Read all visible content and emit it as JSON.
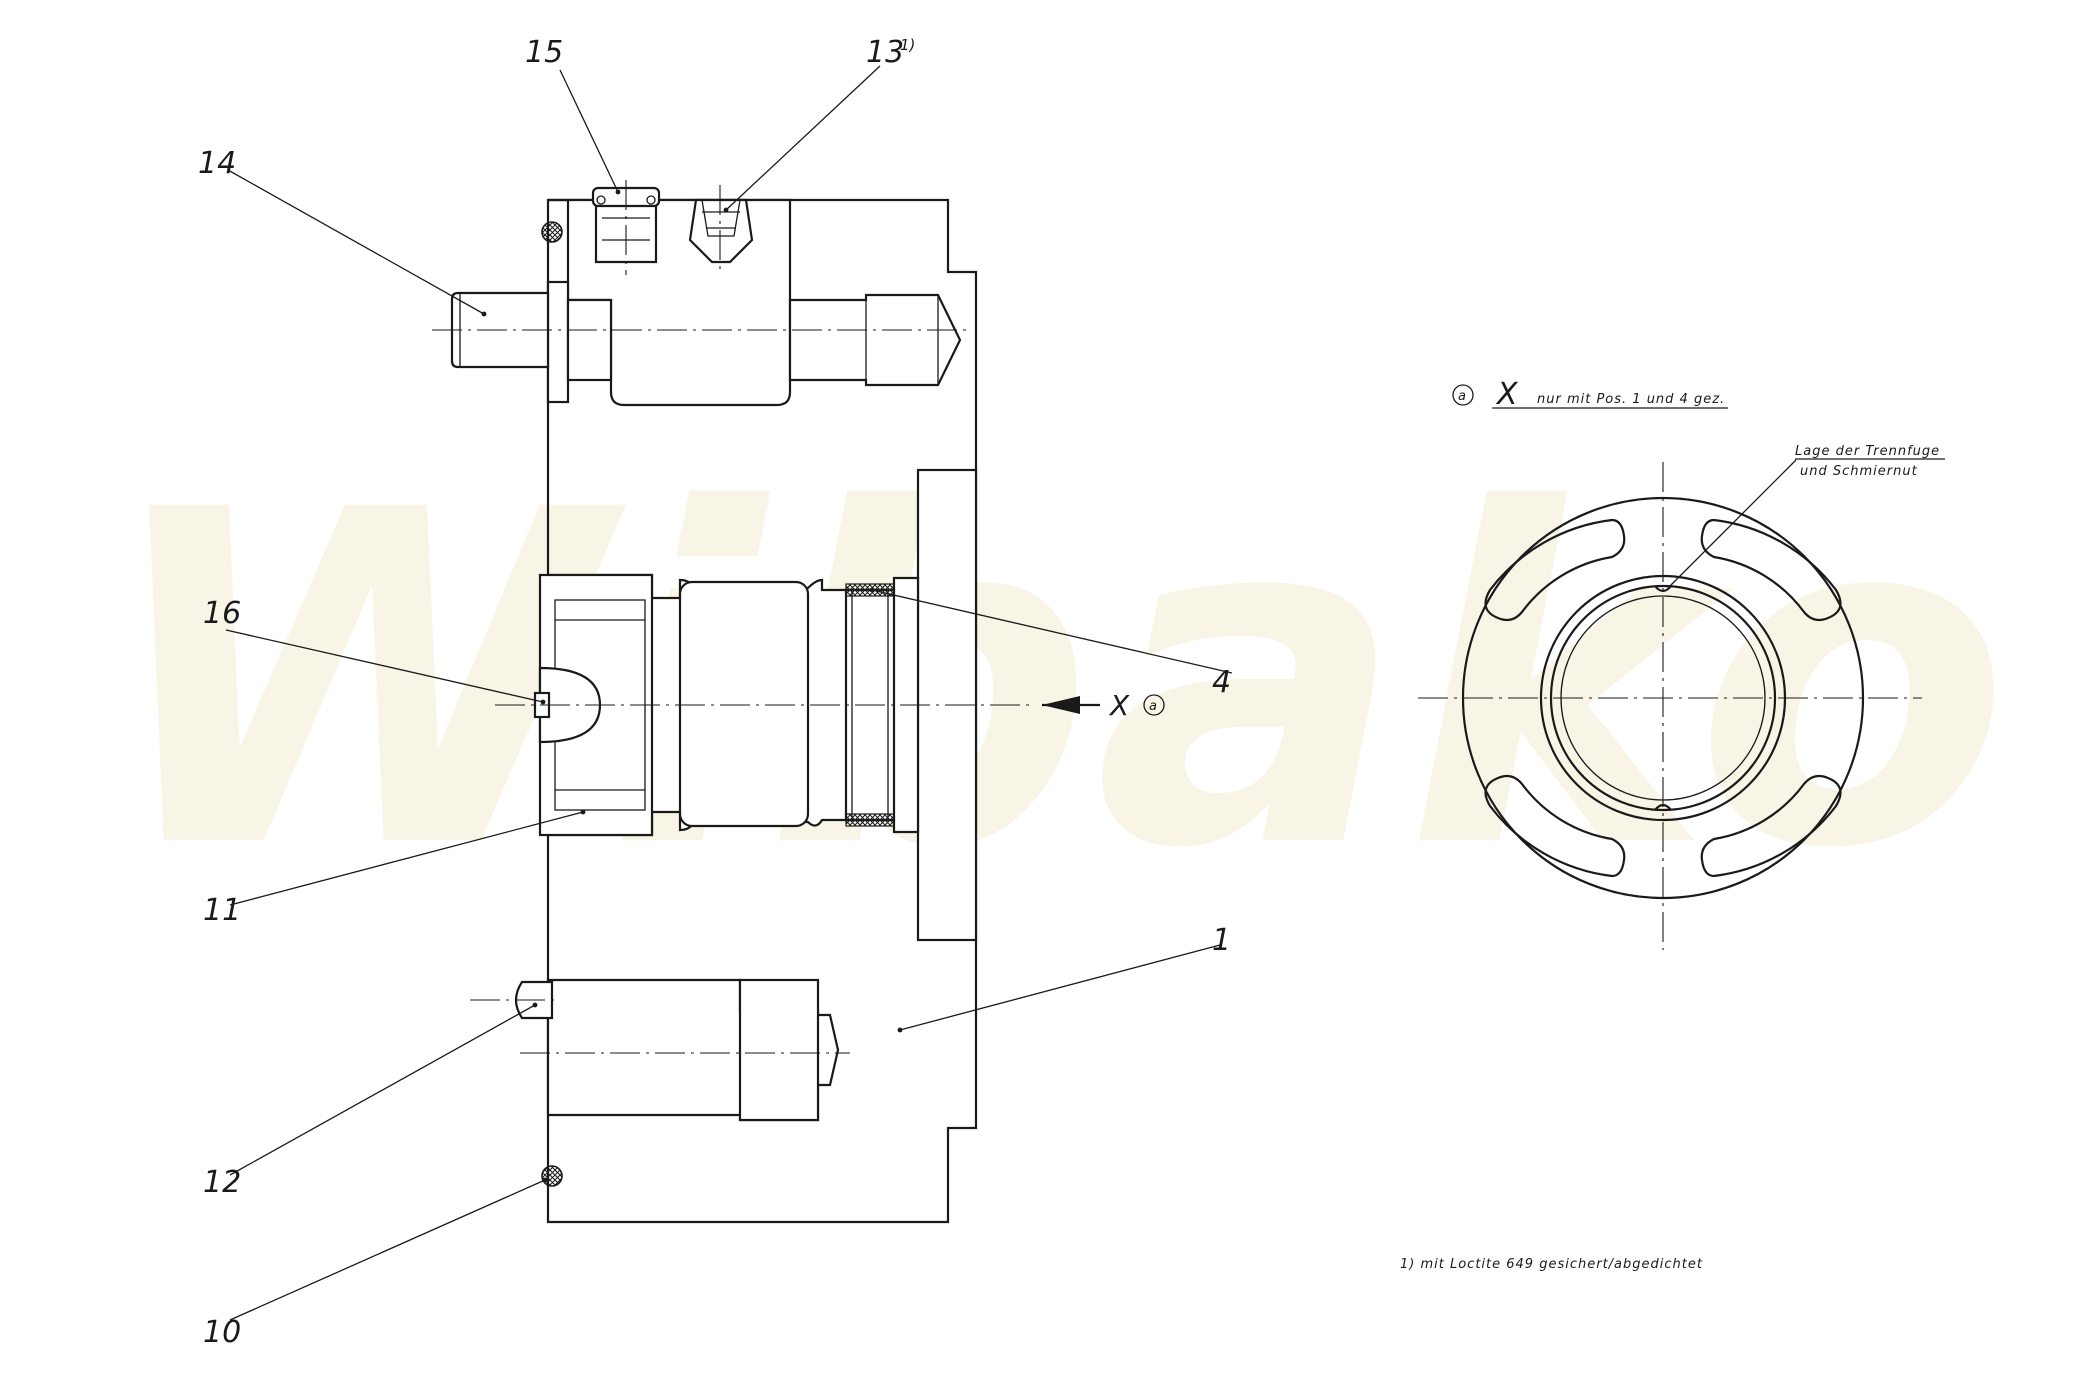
{
  "watermark": "Wibako",
  "callouts": {
    "p15": "15",
    "p13": "13",
    "p13_sup": "1)",
    "p14": "14",
    "p16": "16",
    "p4": "4",
    "p11": "11",
    "p1": "1",
    "p12": "12",
    "p10": "10"
  },
  "view_marker": {
    "letter": "X",
    "circle_letter": "a"
  },
  "detail": {
    "circle_letter": "a",
    "title_letter": "X",
    "title_text": "nur mit Pos. 1 und 4 gez.",
    "note_line1": "Lage der Trennfuge",
    "note_line2": "und Schmiernut"
  },
  "footnote": "1) mit Loctite 649 gesichert/abgedichtet",
  "colors": {
    "line": "#1a1a1a",
    "watermark": "#f5efd9"
  }
}
